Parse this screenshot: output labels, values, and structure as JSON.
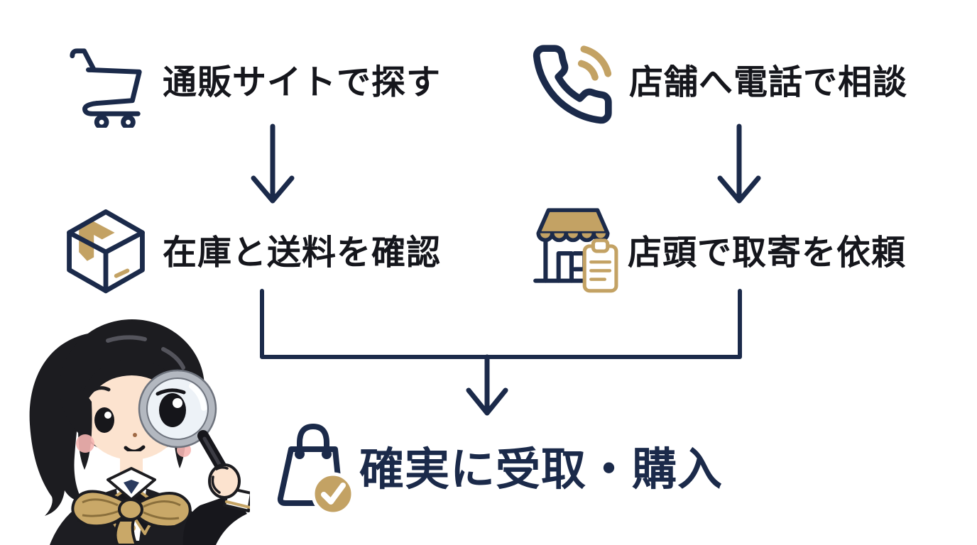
{
  "palette": {
    "navy": "#1b2a4a",
    "gold": "#c3a264",
    "text_dark": "#15161c",
    "background": "#ffffff"
  },
  "flow": {
    "left_column": [
      {
        "icon": "shopping-cart-icon",
        "label": "通販サイトで探す"
      },
      {
        "icon": "package-box-icon",
        "label": "在庫と送料を確認"
      }
    ],
    "right_column": [
      {
        "icon": "phone-icon",
        "label": "店舗へ電話で相談"
      },
      {
        "icon": "storefront-clipboard-icon",
        "label": "店頭で取寄を依頼"
      }
    ],
    "result": {
      "icon": "shopping-bag-check-icon",
      "label": "確実に受取・購入"
    },
    "illustration": "girl-with-magnifying-glass"
  }
}
